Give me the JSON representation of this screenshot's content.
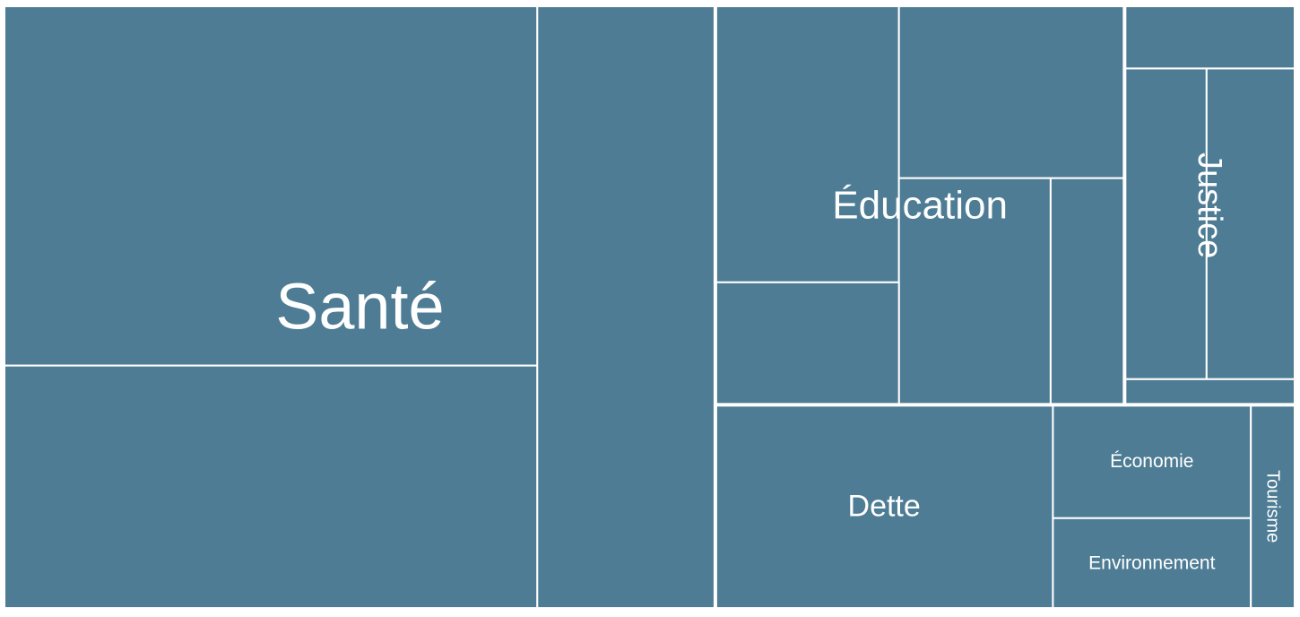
{
  "chart_data": {
    "type": "treemap",
    "colors": {
      "cell": "#4d7c94",
      "border": "#ffffff",
      "label": "#ffffff"
    },
    "groups": [
      {
        "name": "Santé",
        "value": 10.1,
        "children": [
          {
            "value": 4.52
          },
          {
            "value": 3.05
          },
          {
            "value": 2.53
          }
        ]
      },
      {
        "name": "Éducation",
        "value": 3.85,
        "children": [
          {
            "value": 1.15
          },
          {
            "value": 0.88
          },
          {
            "value": 0.78
          },
          {
            "value": 0.51
          },
          {
            "value": 0.38
          }
        ]
      },
      {
        "name": "Justice",
        "value": 1.6,
        "children": [
          {
            "value": 0.41
          },
          {
            "value": 0.44
          },
          {
            "value": 0.17
          },
          {
            "value": 0.07
          }
        ]
      },
      {
        "name": "Dette",
        "value": 1.62,
        "children": [
          {
            "value": 1.62
          }
        ]
      },
      {
        "name": "Économie",
        "value": 0.53,
        "children": [
          {
            "value": 0.53
          }
        ]
      },
      {
        "name": "Environnement",
        "value": 0.42,
        "children": [
          {
            "value": 0.42
          }
        ]
      },
      {
        "name": "Tourisme",
        "value": 0.21,
        "children": [
          {
            "value": 0.21
          }
        ]
      }
    ]
  }
}
